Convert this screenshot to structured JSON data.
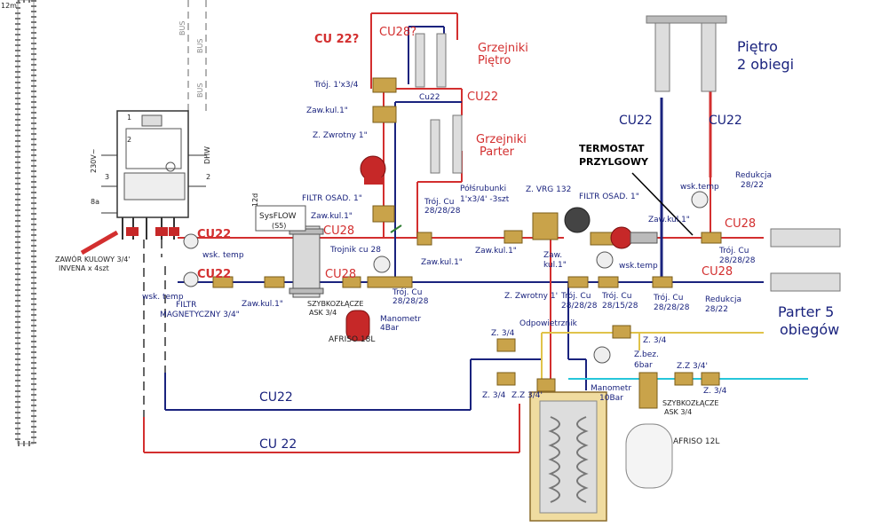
{
  "left_scale": "12m",
  "boiler": {
    "num_1": "1",
    "num_2": "2",
    "num_3": "3",
    "num_2b": "2",
    "voltage": "230V~",
    "dhw": "DHW",
    "bus1": "BUS",
    "bus2": "BUS",
    "bus3": "BUS",
    "eight_a": "8a"
  },
  "valve_left_note": "ZAWÓR KULOWY 3/4'\nINVENA  x 4szt",
  "labels": {
    "cu22_q": "CU 22?",
    "cu28_q": "CU28?",
    "grzejniki_pietro_1": "Grzejniki",
    "grzejniki_pietro_2": "Piętro",
    "troj_1x34": "Trój. 1'x3/4",
    "cu22_small": "Cu22",
    "cu22_red_top": "CU22",
    "zawkul_top": "Zaw.kul.1\"",
    "grzejniki_parter_1": "Grzejniki",
    "grzejniki_parter_2": "Parter",
    "z_zwrotny_top": "Z. Zwrotny 1\"",
    "filtr_osad_left": "FILTR OSAD. 1\"",
    "zawkul_left": "Zaw.kul.1\"",
    "troj_cu_top": "Trój. Cu",
    "troj_cu_top_2": "28/28/28",
    "polsrubunki_1": "Półśrubunki",
    "polsrubunki_2": "1'x3/4'  -3szt",
    "z_vrg": "Z. VRG 132",
    "filtr_osad_right": "FILTR OSAD. 1\"",
    "termostat_1": "TERMOSTAT",
    "termostat_2": "PRZYLGOWY",
    "sysflow": "SysFLOW",
    "sysflow_s5": "(S5)",
    "cu22_top_left": "CU22",
    "wsk_temp_left": "wsk. temp",
    "cu28_mid": "CU28",
    "trojnik_cu28": "Trojnik cu 28",
    "zawkul_mid": "Zaw.kul.1\"",
    "zawkul_zaw": "Zaw.kul.1\"",
    "zaw_kul": "Zaw.",
    "zaw_kul_2": "kul.1\"",
    "zawkul_right": "Zaw.kul.1\"",
    "wsk_temp_right_top": "wsk.temp",
    "cu28_right_top": "CU28",
    "redukcja_top": "Redukcja",
    "redukcja_top_2": "28/22",
    "troj_cu_right": "Trój. Cu",
    "troj_cu_right_2": "28/28/28",
    "cu22_bottom_left": "CU22",
    "wsk_temp_bottom": "wsk. temp",
    "filtr_magnet_1": "FILTR",
    "filtr_magnet_2": "MAGNETYCZNY 3/4\"",
    "zawkul_bottom_left": "Zaw.kul.1\"",
    "cu28_bottom": "CU28",
    "szybkozlacze_1": "SZYBKOZŁĄCZE",
    "szybkozlacze_2": "ASK 3/4",
    "troj_cu_b": "Trój. Cu",
    "troj_cu_b2": "28/28/28",
    "z_zwrotny_b": "Z. Zwrotny 1'",
    "troj_cu_b3": "Trój. Cu",
    "troj_cu_b3_2": "28/28/28",
    "troj_cu_b4": "Trój. Cu",
    "troj_cu_b4_2": "28/15/28",
    "wsk_temp_right_b": "wsk.temp",
    "troj_cu_b5": "Trój. Cu",
    "troj_cu_b5_2": "28/28/28",
    "cu28_right_b": "CU28",
    "redukcja_b": "Redukcja",
    "redukcja_b_2": "28/22",
    "manometr_4": "Manometr",
    "manometr_4_2": "4Bar",
    "afriso_18": "AFRISO 18L",
    "odpowietrznik": "Odpowietrznik",
    "z34_a": "Z. 3/4",
    "z34_b": "Z. 3/4",
    "z34_c": "Z. 3/4",
    "zz34_a": "Z.Z 3/4'",
    "zz34_b": "Z.Z 3/4'",
    "z34_d": "Z. 3/4",
    "zbez": "Z.bez.",
    "zbez_2": "6bar",
    "manometr_10": "Manometr",
    "manometr_10_2": "10Bar",
    "szybkozlacze_r1": "SZYBKOZŁĄCZE",
    "szybkozlacze_r2": "ASK 3/4",
    "afriso_12": "AFRISO 12L",
    "cu22_long_blue": "CU22",
    "cu22_long_red": "CU 22",
    "cu22_blue_vert": "CU22",
    "cu22_red_vert": "CU22",
    "pietro_1": "Piętro",
    "pietro_2": "2 obiegi",
    "parter_1": "Parter 5",
    "parter_2": "obiegów",
    "dot1": "12d"
  }
}
